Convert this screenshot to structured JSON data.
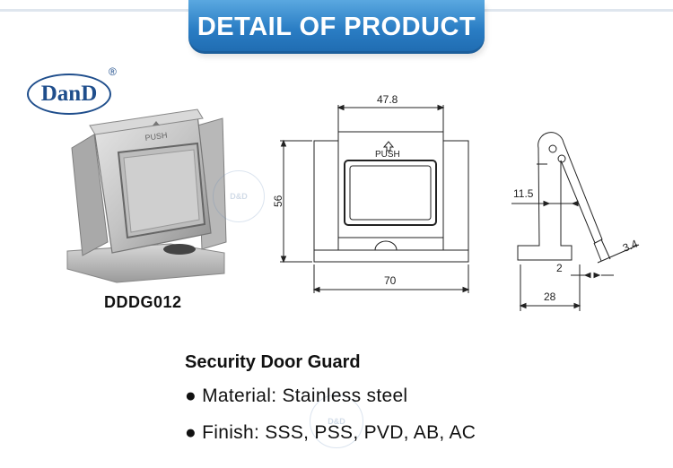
{
  "banner": {
    "title": "DETAIL OF PRODUCT"
  },
  "brand": {
    "logo_text": "DanD",
    "registered_mark": "®",
    "watermark_text": "D&D"
  },
  "product": {
    "model": "DDDG012",
    "name": "Security Door Guard",
    "specs": [
      {
        "bullet": "●",
        "text": "Material: Stainless  steel"
      },
      {
        "bullet": "●",
        "text": "Finish: SSS, PSS, PVD, AB, AC"
      }
    ]
  },
  "photo": {
    "push_text": "PUSH"
  },
  "drawing": {
    "front_push_label": "PUSH",
    "dim_top_width": "47.8",
    "dim_height": "56",
    "dim_bottom_width": "70",
    "dim_side_arm": "11.5",
    "dim_side_thickness": "3.4",
    "dim_side_base": "2",
    "dim_side_depth": "28"
  },
  "colors": {
    "banner": "#2a7dc4",
    "logo": "#1f4e8c",
    "steel": "#c9c9c9"
  }
}
